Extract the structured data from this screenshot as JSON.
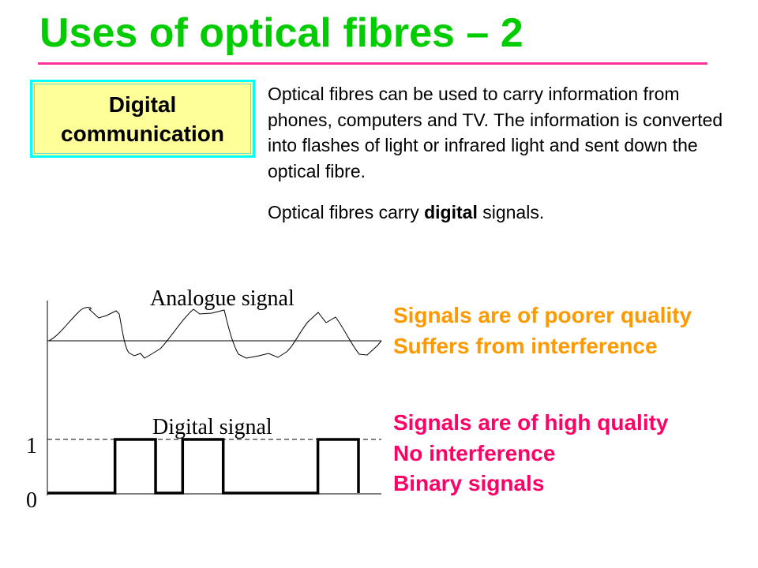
{
  "title": "Uses of optical fibres – 2",
  "box": {
    "line1": "Digital",
    "line2": "communication"
  },
  "intro": "Optical fibres can be used to carry information from phones, computers and TV.  The information is converted into flashes of light or infrared light and sent down the optical fibre.",
  "digital_line": {
    "before": "Optical fibres carry ",
    "bold": "digital",
    "after": " signals."
  },
  "diagram": {
    "analogue_label": "Analogue signal",
    "digital_label": "Digital signal",
    "tick_1": "1",
    "tick_0": "0",
    "bits": [
      0,
      1,
      0,
      1,
      0,
      1
    ],
    "bit_durations": [
      5,
      3,
      2,
      3,
      7,
      3
    ]
  },
  "analogue_points": [
    "Signals are of poorer quality",
    "Suffers from  interference"
  ],
  "digital_points": [
    "Signals are of high quality",
    "No interference",
    "Binary signals"
  ],
  "colors": {
    "title": "#00cc00",
    "rule": "#ff3399",
    "analogue_text": "#ff9900",
    "digital_text": "#ff0066",
    "box_fill": "#ffff99",
    "box_border": "#00ffff"
  }
}
